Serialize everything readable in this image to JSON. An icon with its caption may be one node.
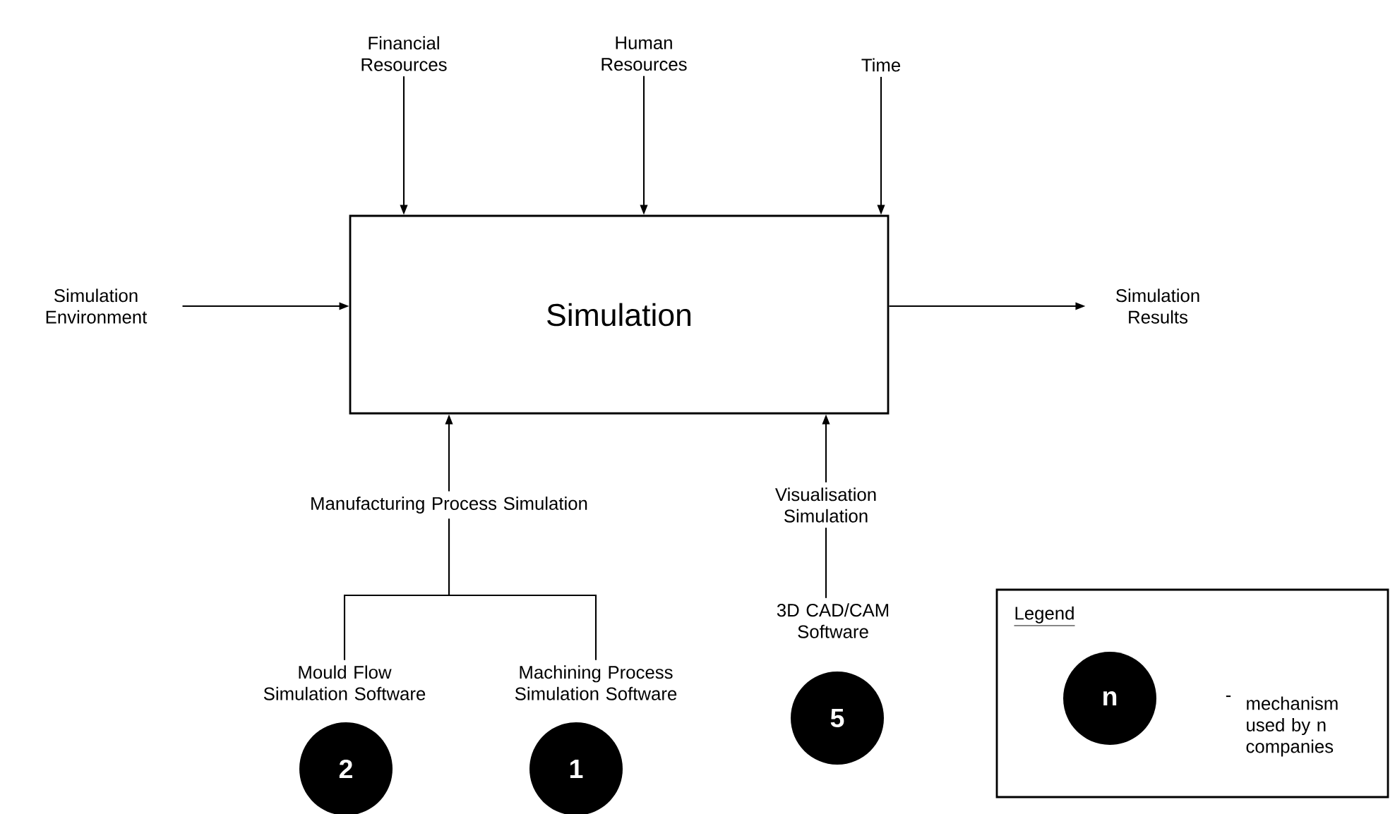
{
  "diagram": {
    "nodes": [
      {
        "text": [
          "Simulation"
        ]
      },
      {
        "text": [
          "Financial Resources"
        ]
      },
      {
        "text": [
          "Human Resources"
        ]
      },
      {
        "text": [
          "Time"
        ]
      },
      {
        "text": [
          "Simulation Environment"
        ]
      },
      {
        "text": [
          "Simulation Results"
        ]
      },
      {
        "text": [
          "Manufacturing Process Simulation"
        ]
      },
      {
        "text": [
          "Visualisation Simulation"
        ]
      },
      {
        "text": [
          "Mould Flow Simulation Software"
        ]
      },
      {
        "text": [
          "Machining Process Simulation Software"
        ]
      },
      {
        "text": [
          "3D CAD/CAM Software"
        ]
      },
      {
        "text": [
          "2"
        ]
      },
      {
        "text": [
          "1"
        ]
      },
      {
        "text": [
          "5"
        ]
      },
      {
        "text": [
          "Legend",
          "-",
          "mechanism used by n companies"
        ]
      },
      {
        "text": [
          "n"
        ],
        "in": 14
      }
    ],
    "edges": [
      {
        "from": 1,
        "to": 0,
        "arrow": "to"
      },
      {
        "from": 2,
        "to": 0,
        "arrow": "to"
      },
      {
        "from": 3,
        "to": 0,
        "arrow": "to"
      },
      {
        "from": 4,
        "to": 0,
        "arrow": "to"
      },
      {
        "from": 0,
        "to": 5,
        "arrow": "to"
      },
      {
        "from": 6,
        "to": 0,
        "arrow": "to"
      },
      {
        "from": 7,
        "to": 0,
        "arrow": "to"
      },
      {
        "from": 6,
        "to": 8,
        "arrow": "none"
      },
      {
        "from": 6,
        "to": 9,
        "arrow": "none"
      },
      {
        "from": 7,
        "to": 10,
        "arrow": "none"
      }
    ]
  }
}
